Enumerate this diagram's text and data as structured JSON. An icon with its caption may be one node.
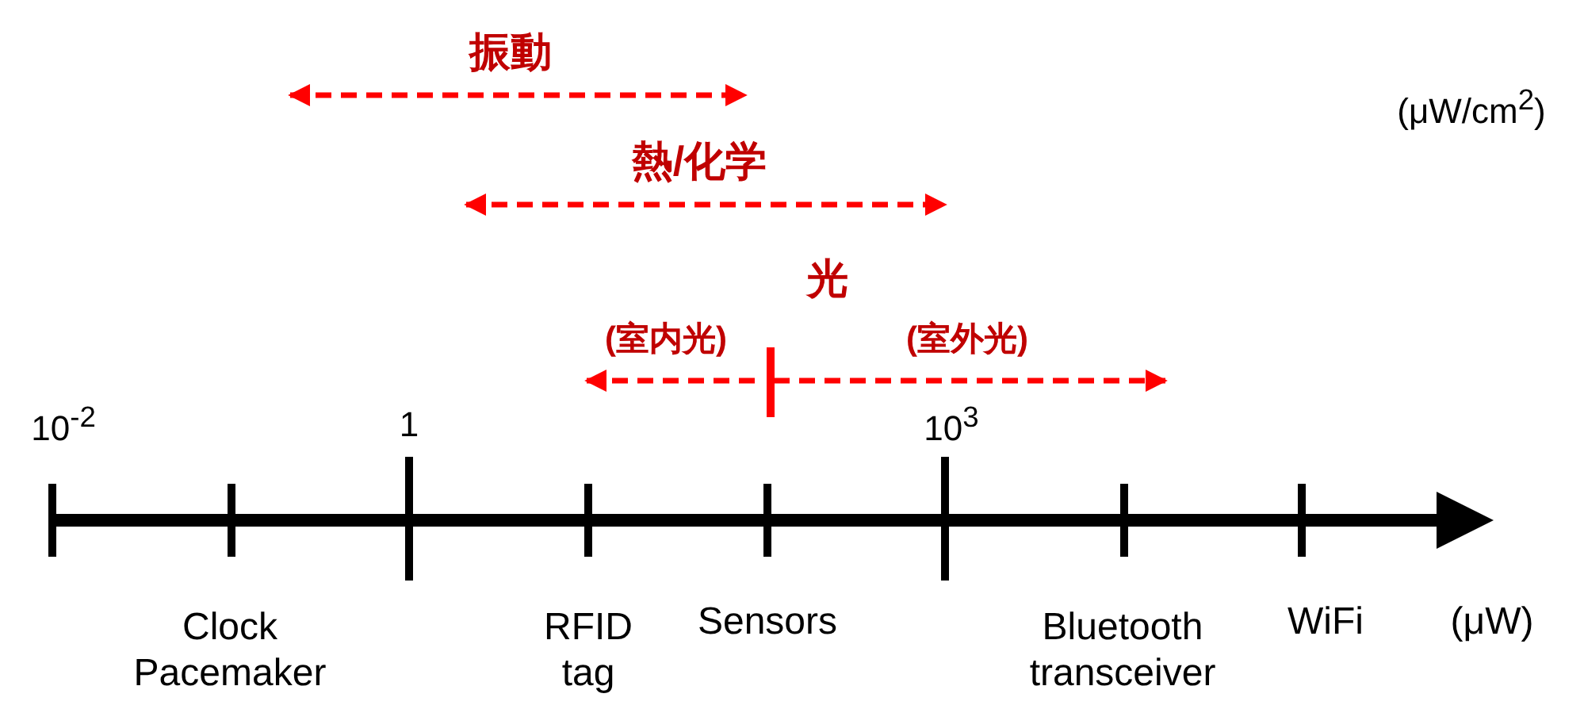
{
  "diagram": {
    "labels": [
      "振動",
      "(μW/cm$^{2}$)",
      "熱/化学",
      "光",
      "(室内光)",
      "(室外光)",
      "10$^{-2}$",
      "1",
      "10$^{3}$",
      "Clock Pacemaker",
      "RFID tag",
      "Sensors",
      "Bluetooth transceiver",
      "WiFi",
      "(μW)"
    ]
  }
}
